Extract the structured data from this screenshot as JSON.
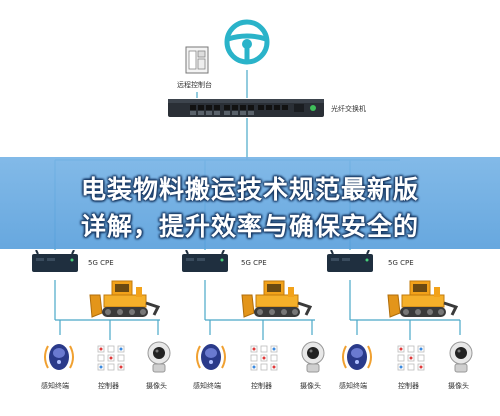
{
  "top": {
    "console_label": "远程控制台",
    "switch_label": "光纤交换机"
  },
  "banner": {
    "line1": "电装物料搬运技术规范最新版",
    "line2": "详解，提升效率与确保安全的"
  },
  "units": [
    {
      "cpe_label": "5G CPE",
      "devices": [
        "感知终端",
        "控制器",
        "摄像头"
      ]
    },
    {
      "cpe_label": "5G CPE",
      "devices": [
        "感知终端",
        "控制器",
        "摄像头"
      ]
    },
    {
      "cpe_label": "5G CPE",
      "devices": [
        "感知终端",
        "控制器",
        "摄像头"
      ]
    }
  ],
  "colors": {
    "accent": "#2ab3c9",
    "banner": "#6aaee0",
    "bulldozer": "#f2a21a",
    "cpe": "#1f2f3f"
  }
}
